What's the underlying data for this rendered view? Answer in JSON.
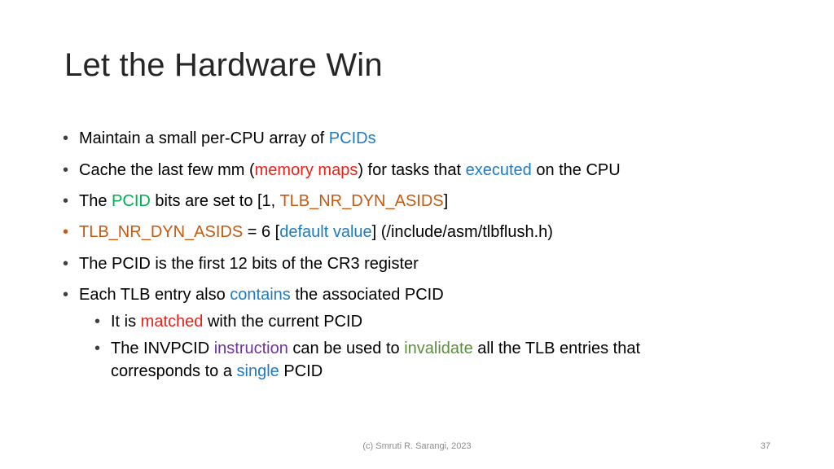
{
  "slide": {
    "title": "Let the Hardware Win",
    "bullet_char": "•",
    "colors": {
      "text": "#000000",
      "blue": "#1f7bc1",
      "red": "#e8221a",
      "orange": "#c55a11",
      "green": "#00b050",
      "olive_green": "#5a8f3c",
      "purple": "#7030a0"
    },
    "bullets": [
      {
        "bullet_color": "#404040",
        "runs": [
          {
            "text": "Maintain a small per-CPU array of ",
            "color": "#000000"
          },
          {
            "text": "PCIDs",
            "color": "#1f7bc1"
          }
        ]
      },
      {
        "bullet_color": "#404040",
        "runs": [
          {
            "text": "Cache the last few mm (",
            "color": "#000000"
          },
          {
            "text": "memory maps",
            "color": "#e8221a"
          },
          {
            "text": ") for tasks that ",
            "color": "#000000"
          },
          {
            "text": "executed",
            "color": "#1f7bc1"
          },
          {
            "text": " on the CPU",
            "color": "#000000"
          }
        ]
      },
      {
        "bullet_color": "#404040",
        "runs": [
          {
            "text": "The ",
            "color": "#000000"
          },
          {
            "text": "PCID",
            "color": "#00b050"
          },
          {
            "text": " bits are set to [1, ",
            "color": "#000000"
          },
          {
            "text": "TLB_NR_DYN_ASIDS",
            "color": "#c55a11"
          },
          {
            "text": "]",
            "color": "#000000"
          }
        ]
      },
      {
        "bullet_color": "#c55a11",
        "runs": [
          {
            "text": "TLB_NR_DYN_ASIDS",
            "color": "#c55a11"
          },
          {
            "text": " = 6 [",
            "color": "#000000"
          },
          {
            "text": "default value",
            "color": "#1f7bc1"
          },
          {
            "text": "] (/include/asm/tlbflush.h)",
            "color": "#000000"
          }
        ]
      },
      {
        "bullet_color": "#404040",
        "runs": [
          {
            "text": "The PCID is the first 12 bits of the CR3 register",
            "color": "#000000"
          }
        ]
      },
      {
        "bullet_color": "#404040",
        "runs": [
          {
            "text": "Each TLB entry also ",
            "color": "#000000"
          },
          {
            "text": "contains",
            "color": "#1f7bc1"
          },
          {
            "text": " the associated PCID",
            "color": "#000000"
          }
        ]
      }
    ],
    "sub_bullets": [
      {
        "bullet_color": "#404040",
        "runs": [
          {
            "text": "It is ",
            "color": "#000000"
          },
          {
            "text": "matched",
            "color": "#e8221a"
          },
          {
            "text": " with the current PCID",
            "color": "#000000"
          }
        ]
      },
      {
        "bullet_color": "#404040",
        "runs": [
          {
            "text": "The INVPCID ",
            "color": "#000000"
          },
          {
            "text": "instruction",
            "color": "#7030a0"
          },
          {
            "text": " can be used to ",
            "color": "#000000"
          },
          {
            "text": "invalidate",
            "color": "#5a8f3c"
          },
          {
            "text": " all the TLB entries that",
            "color": "#000000"
          }
        ],
        "continuation": [
          {
            "text": "corresponds to a ",
            "color": "#000000"
          },
          {
            "text": "single",
            "color": "#1f7bc1"
          },
          {
            "text": " PCID",
            "color": "#000000"
          }
        ]
      }
    ],
    "footer": "(c) Smruti R. Sarangi, 2023",
    "page_number": "37"
  }
}
